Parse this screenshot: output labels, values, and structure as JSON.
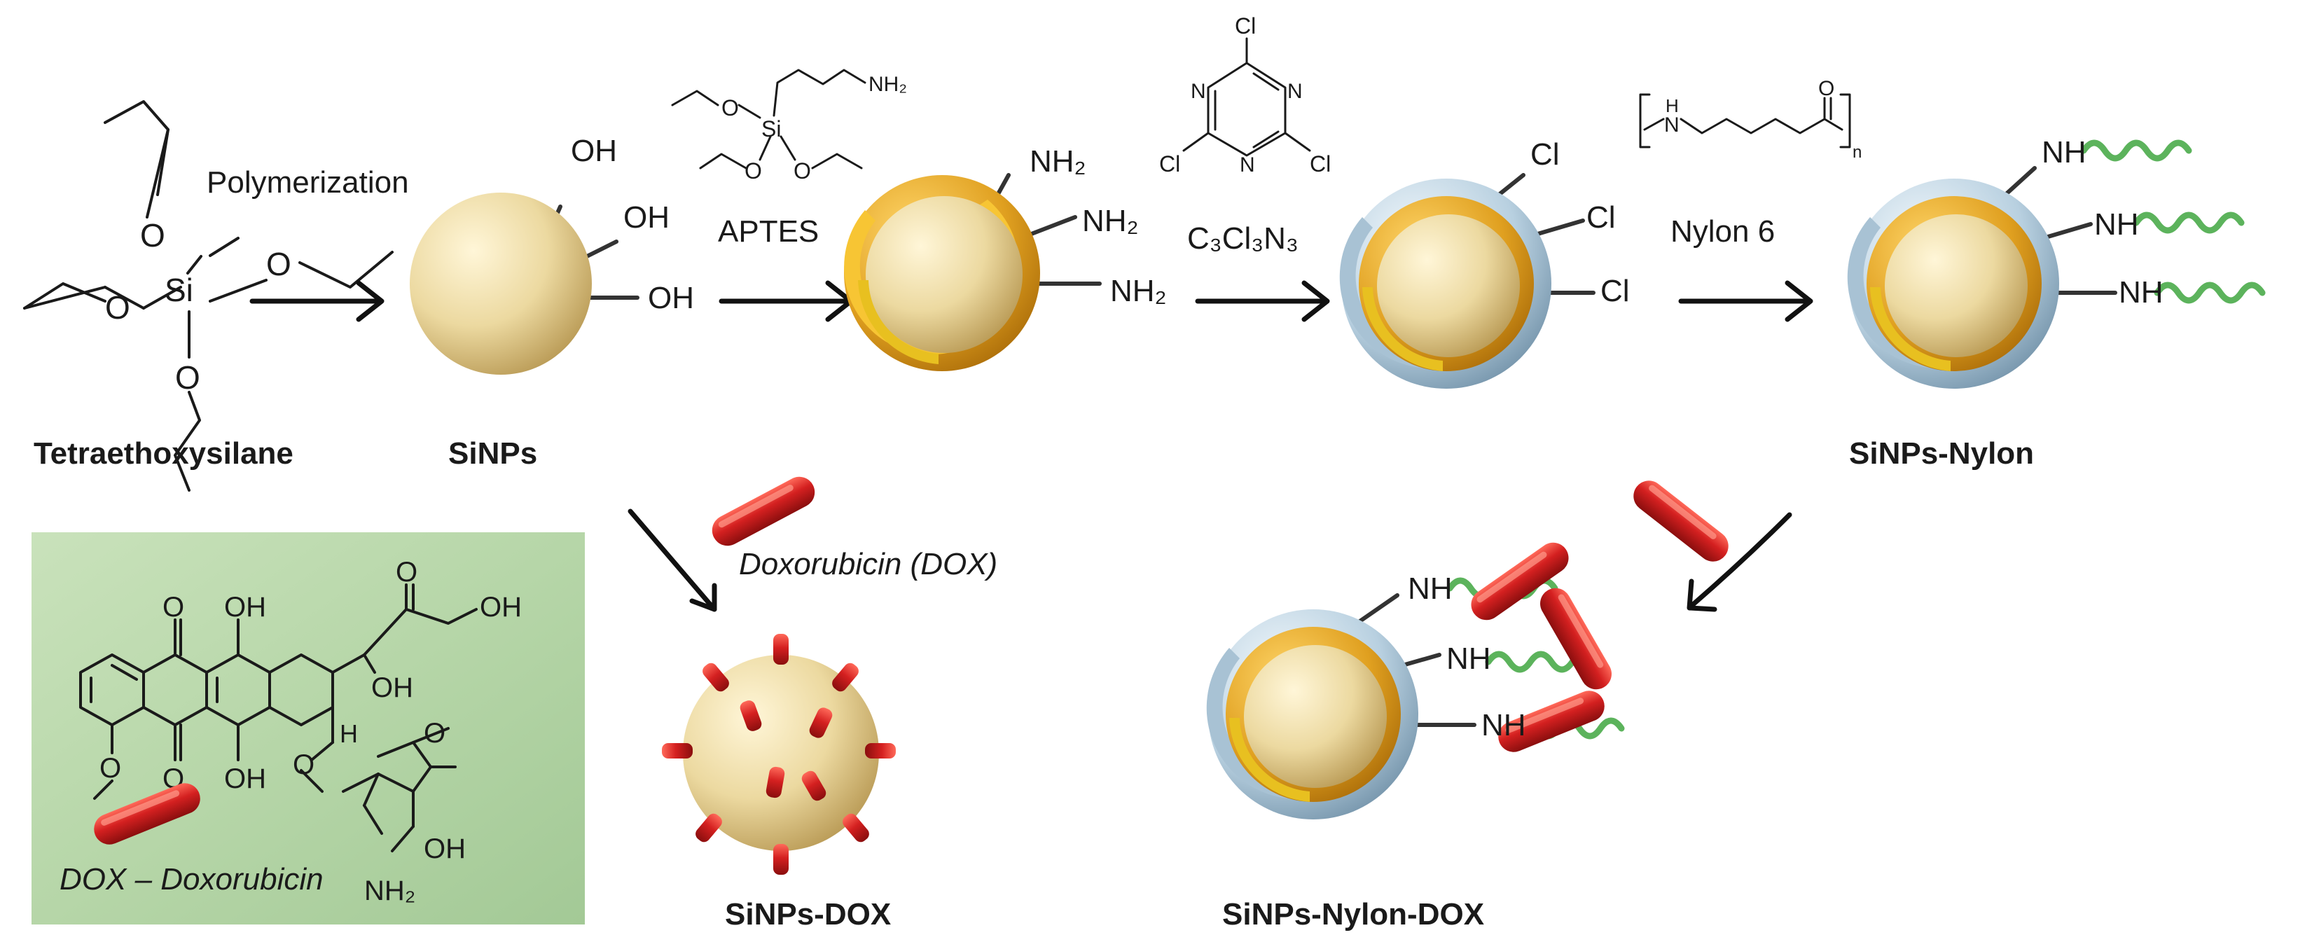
{
  "labels": {
    "polymerization": "Polymerization",
    "aptes": "APTES",
    "cyanuric_chloride": "C₃Cl₃N₃",
    "nylon6": "Nylon 6",
    "doxorubicin": "Doxorubicin (DOX)",
    "dox_box": "DOX – Doxorubicin"
  },
  "compounds": {
    "teos": "Tetraethoxysilane",
    "sinps": "SiNPs",
    "sinps_nylon": "SiNPs-Nylon",
    "sinps_dox": "SiNPs-DOX",
    "sinps_nylon_dox": "SiNPs-Nylon-DOX"
  },
  "groups": {
    "oh": "OH",
    "nh2": "NH₂",
    "cl": "Cl",
    "nh": "NH",
    "n": "N",
    "o": "O",
    "si": "Si",
    "h": "H",
    "subscript_n": "n"
  },
  "colors": {
    "silica_core": "#ecd9a0",
    "amine_shell": "#e0a020",
    "triazine_shell": "#b8d0e0",
    "nylon_chain": "#5cb35c",
    "doxorubicin": "#d42020",
    "dox_box_bg": "#b6d6a8"
  }
}
